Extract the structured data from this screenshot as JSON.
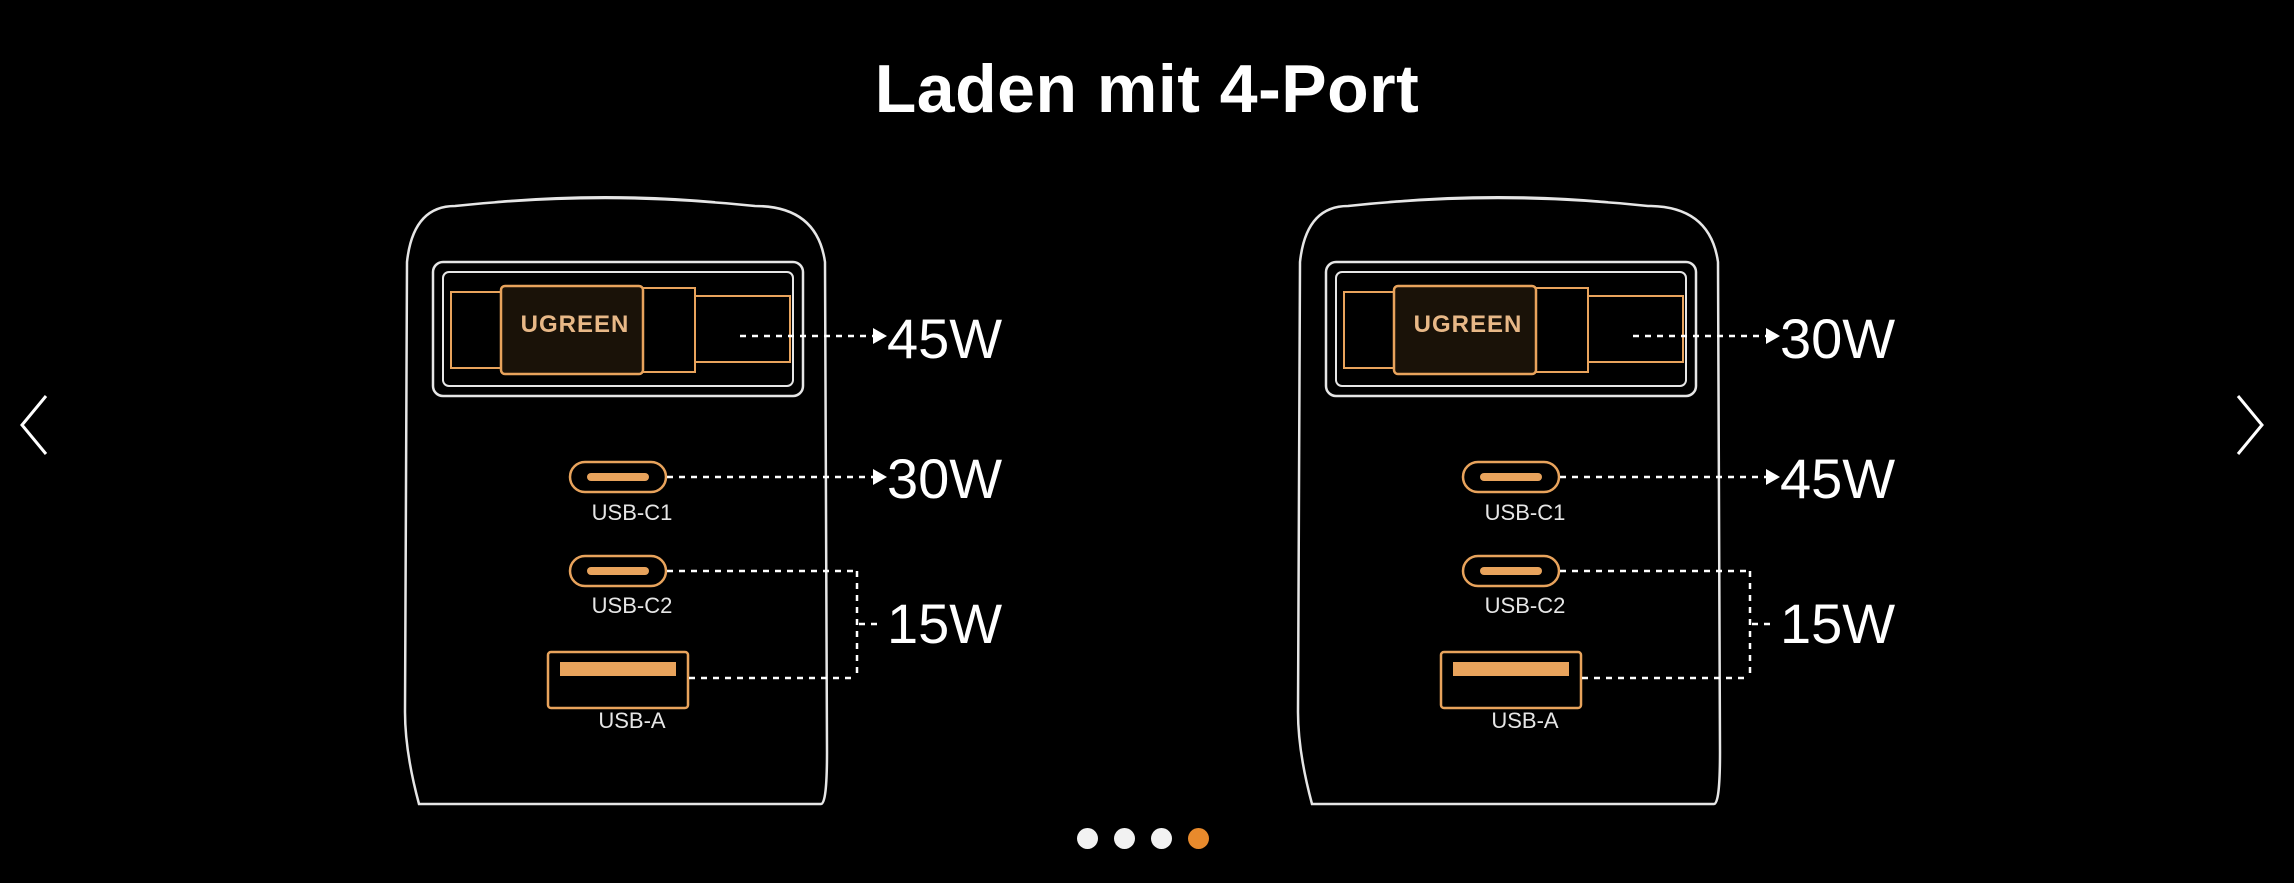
{
  "title": "Laden mit 4-Port",
  "navigation": {
    "prev_icon": "chevron-left-icon",
    "next_icon": "chevron-right-icon"
  },
  "chargers": [
    {
      "brand": "UGREEN",
      "cable_port_watt": "45W",
      "usb_c1_label": "USB-C1",
      "usb_c1_watt": "30W",
      "usb_c2_label": "USB-C2",
      "usb_a_label": "USB-A",
      "shared_watt": "15W"
    },
    {
      "brand": "UGREEN",
      "cable_port_watt": "30W",
      "usb_c1_label": "USB-C1",
      "usb_c1_watt": "45W",
      "usb_c2_label": "USB-C2",
      "usb_a_label": "USB-A",
      "shared_watt": "15W"
    }
  ],
  "pagination": {
    "total": 4,
    "active_index": 4
  },
  "colors": {
    "background": "#000000",
    "outline": "#e6e6e6",
    "accent": "#e8a35c",
    "active_dot": "#e88a2c"
  }
}
